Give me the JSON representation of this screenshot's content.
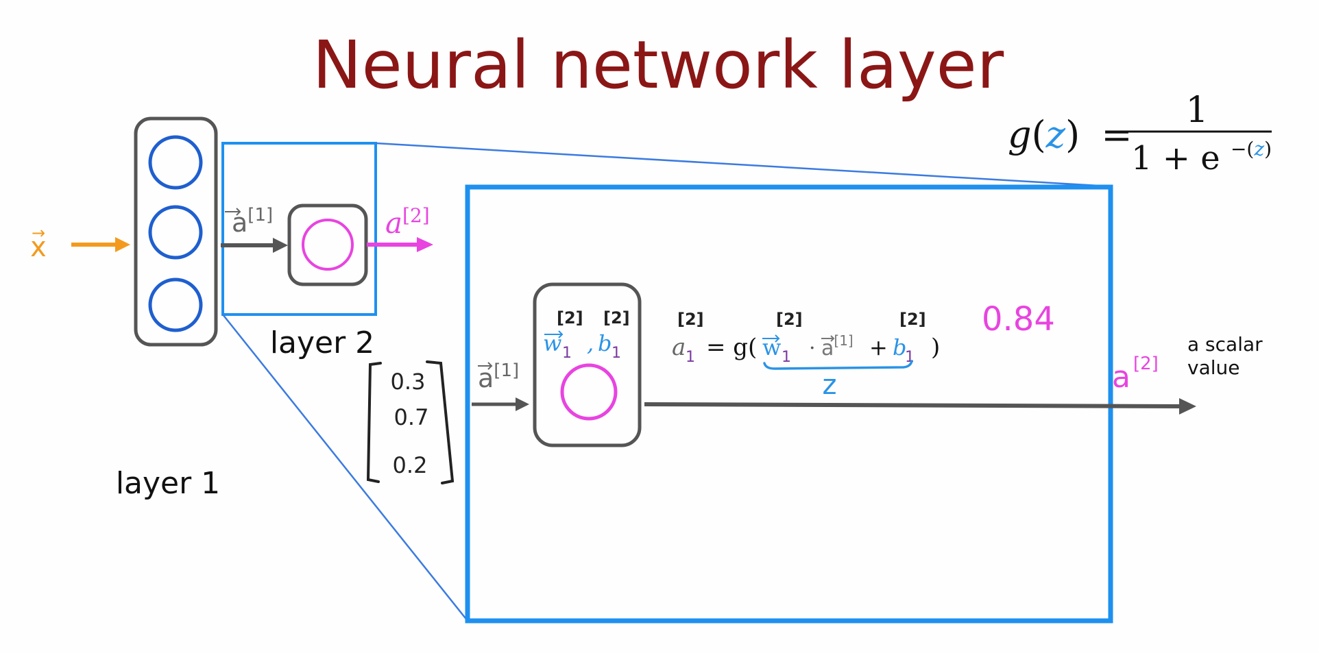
{
  "title": "Neural network layer",
  "colors": {
    "title": "#8b1616",
    "input": "#f39a1e",
    "layer1_neuron": "#1f5fcf",
    "output_neuron": "#e844e0",
    "box_stroke": "#555555",
    "zoom_box": "#1e90f0",
    "zoom_lines": "#3b7be0",
    "sub_index": "#7a3aa0",
    "param_blue": "#2a93e6"
  },
  "sigmoid": {
    "lhs_func": "g",
    "lhs_open": "(",
    "lhs_var": "z",
    "lhs_close": ")",
    "equals": "=",
    "numerator": "1",
    "denom_prefix": "1 + e",
    "denom_exp_prefix": "−(",
    "denom_exp_var": "z",
    "denom_exp_suffix": ")"
  },
  "network": {
    "input_label": "x",
    "input_arrow": "→",
    "layer1_neuron_count": 3,
    "a1_label": "a",
    "a1_superscript": "[1]",
    "a2_label": "a",
    "a2_superscript": "[2]",
    "layer1_label": "layer 1",
    "layer2_label": "layer 2"
  },
  "zoomed": {
    "input_vector_label": "a",
    "input_vector_superscript": "[1]",
    "input_vector_values": [
      "0.3",
      "0.7",
      "0.2"
    ],
    "params": {
      "w_label": "w",
      "w_sub": "1",
      "w_sup": "[2]",
      "comma": ",",
      "b_label": "b",
      "b_sub": "1",
      "b_sup": "[2]"
    },
    "equation": {
      "lhs": "a",
      "lhs_sub": "1",
      "lhs_sup": "[2]",
      "eq": "= g(",
      "w": "w",
      "w_sub": "1",
      "w_sup": "[2]",
      "dot": "·",
      "a": "a",
      "a_sup": "[1]",
      "plus": "+",
      "b": "b",
      "b_sub": "1",
      "b_sup": "[2]",
      "close": ")",
      "underbrace_label": "z"
    },
    "output_value": "0.84",
    "output_label": "a",
    "output_superscript": "[2]",
    "output_note_line1": "a scalar",
    "output_note_line2": "value"
  }
}
